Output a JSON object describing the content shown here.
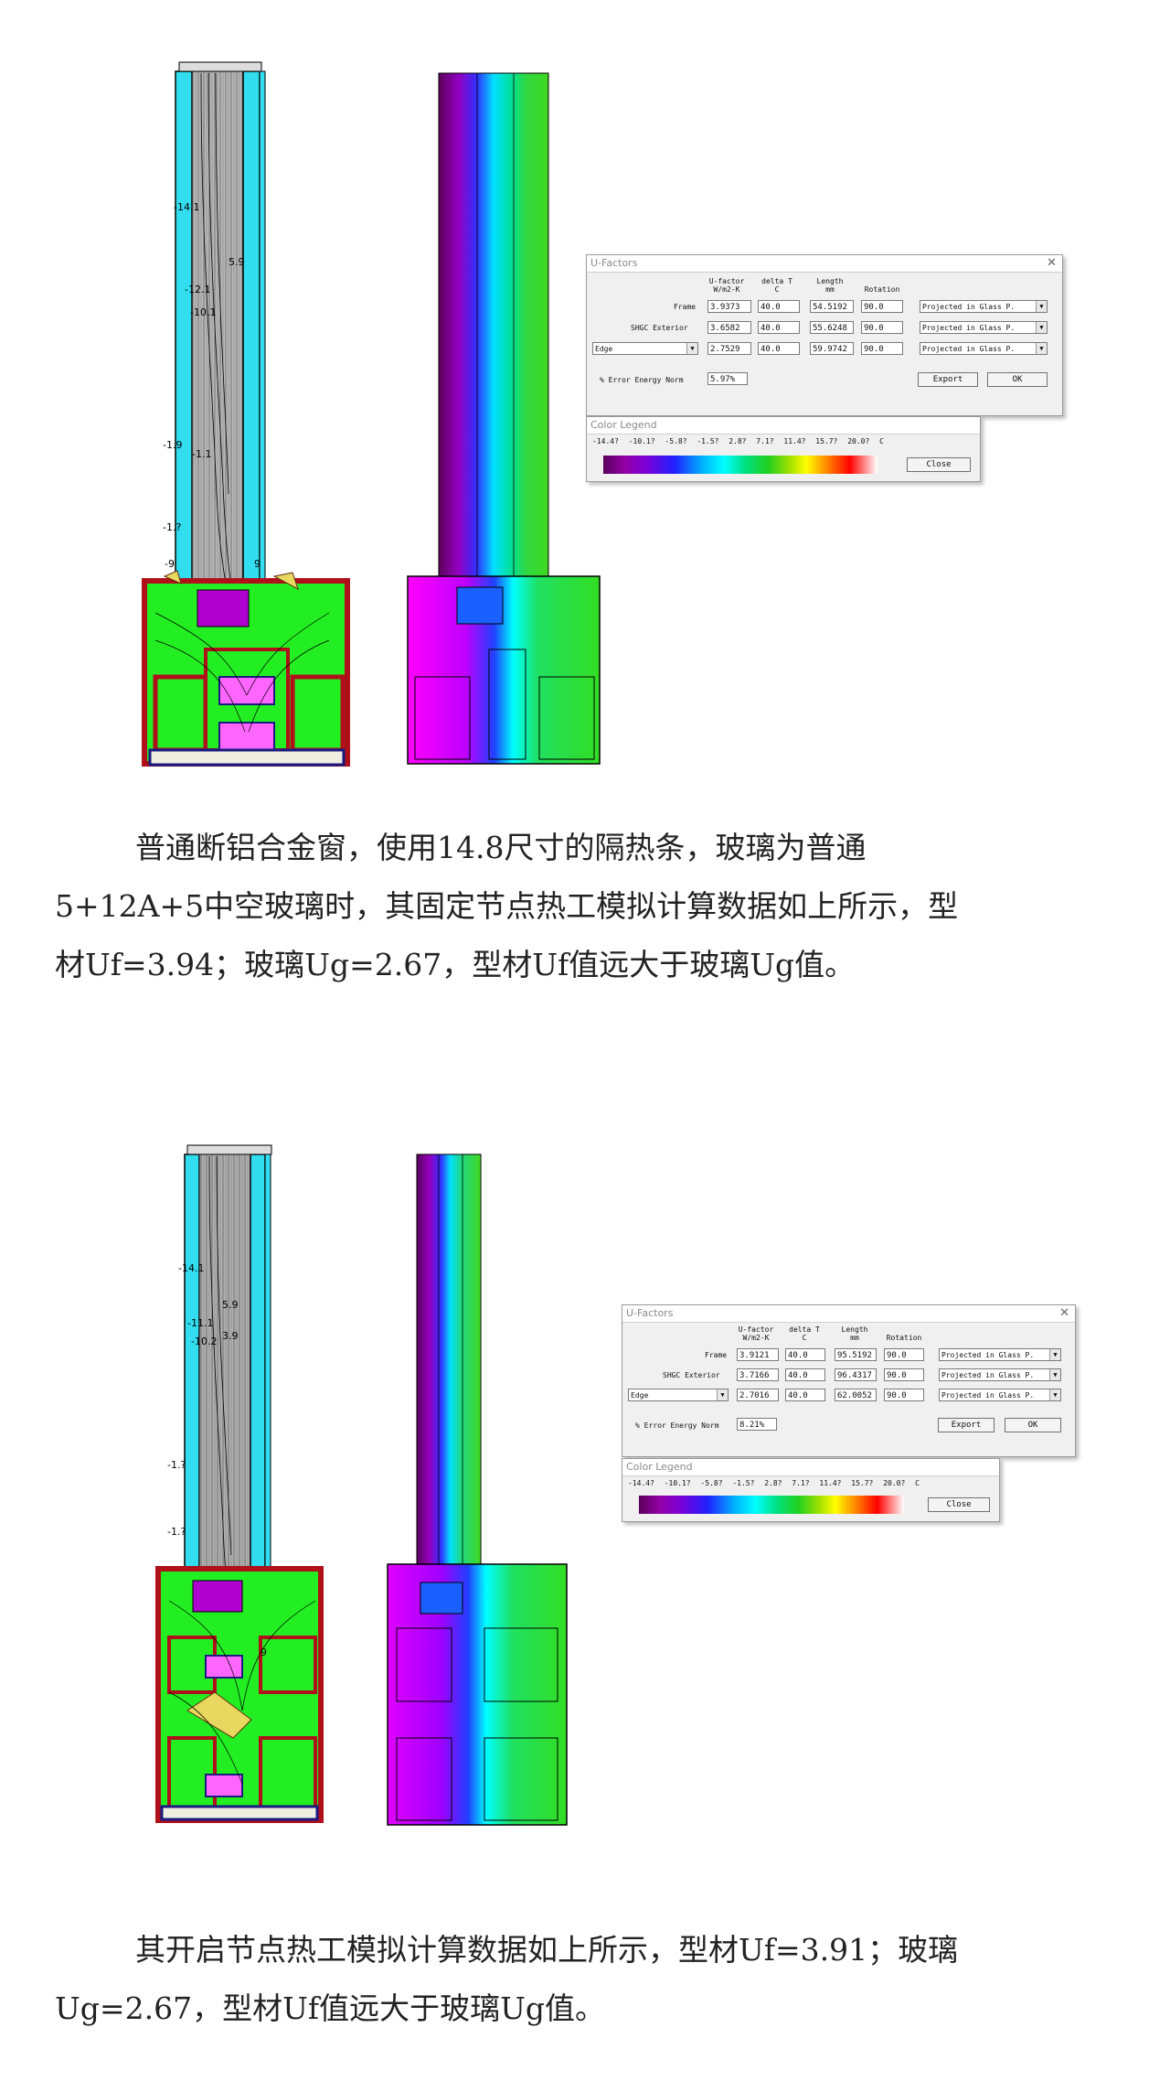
{
  "paragraphs": {
    "p1": {
      "line1": "普通断铝合金窗，使用14.8尺寸的隔热条，玻璃为普通",
      "line2": "5+12A+5中空玻璃时，其固定节点热工模拟计算数据如上所示，型",
      "line3": "材Uf=3.94；玻璃Ug=2.67，型材Uf值远大于玻璃Ug值。"
    },
    "p2": {
      "line1": "其开启节点热工模拟计算数据如上所示，型材Uf=3.91；玻璃",
      "line2": "Ug=2.67，型材Uf值远大于玻璃Ug值。"
    }
  },
  "uf_dialog_1": {
    "title": "U-Factors",
    "close": "✕",
    "col_ufactor": "U-factor",
    "col_ufactor_unit": "W/m2-K",
    "col_delta": "delta T",
    "col_delta_unit": "C",
    "col_length": "Length",
    "col_length_unit": "mm",
    "col_rotation": "Rotation",
    "row1_label": "Frame",
    "row1_u": "3.9373",
    "row1_dt": "40.0",
    "row1_len": "54.5192",
    "row1_rot": "90.0",
    "row1_proj": "Projected in Glass P.",
    "row2_label": "SHGC Exterior",
    "row2_u": "3.6582",
    "row2_dt": "40.0",
    "row2_len": "55.6248",
    "row2_rot": "90.0",
    "row2_proj": "Projected in Glass P.",
    "row3_select": "Edge",
    "row3_u": "2.7529",
    "row3_dt": "40.0",
    "row3_len": "59.9742",
    "row3_rot": "90.0",
    "row3_proj": "Projected in Glass P.",
    "error_label": "% Error Energy Norm",
    "error_value": "5.97%",
    "export": "Export",
    "ok": "OK"
  },
  "legend_1": {
    "title": "Color Legend",
    "ticks": "-14.4? -10.1? -5.8? -1.5? 2.8? 7.1? 11.4? 15.7? 20.0? C",
    "close": "Close"
  },
  "uf_dialog_2": {
    "title": "U-Factors",
    "close": "✕",
    "col_ufactor": "U-factor",
    "col_ufactor_unit": "W/m2-K",
    "col_delta": "delta T",
    "col_delta_unit": "C",
    "col_length": "Length",
    "col_length_unit": "mm",
    "col_rotation": "Rotation",
    "row1_label": "Frame",
    "row1_u": "3.9121",
    "row1_dt": "40.0",
    "row1_len": "95.5192",
    "row1_rot": "90.0",
    "row1_proj": "Projected in Glass P.",
    "row2_label": "SHGC Exterior",
    "row2_u": "3.7166",
    "row2_dt": "40.0",
    "row2_len": "96.4317",
    "row2_rot": "90.0",
    "row2_proj": "Projected in Glass P.",
    "row3_select": "Edge",
    "row3_u": "2.7016",
    "row3_dt": "40.0",
    "row3_len": "62.0052",
    "row3_rot": "90.0",
    "row3_proj": "Projected in Glass P.",
    "error_label": "% Error Energy Norm",
    "error_value": "8.21%",
    "export": "Export",
    "ok": "OK"
  },
  "legend_2": {
    "title": "Color Legend",
    "ticks": "-14.4? -10.1? -5.8? -1.5? 2.8? 7.1? 11.4? 15.7? 20.0? C",
    "close": "Close"
  },
  "isotherms_1": {
    "t1": "-14.1",
    "t2": "5.9",
    "t3": "-12.1",
    "t4": "-10.1",
    "t5": "-1.9",
    "t6": "-1.?",
    "t7": "-1.1",
    "t8": "-9",
    "t9": "9"
  },
  "isotherms_2": {
    "t1": "-14.1",
    "t2": "5.9",
    "t3": "-11.1",
    "t4": "-10.2",
    "t5": "3.9",
    "t6": "-1.?",
    "t7": "-1.?",
    "t8": "9"
  },
  "colors": {
    "glass_cyan": "#33ddf0",
    "frame_red": "#b0101a",
    "frame_green": "#22ee22",
    "pane_gray": "#a8a8a8",
    "gradient_purple": "#8a00c8",
    "gradient_magenta": "#ff00ff"
  }
}
